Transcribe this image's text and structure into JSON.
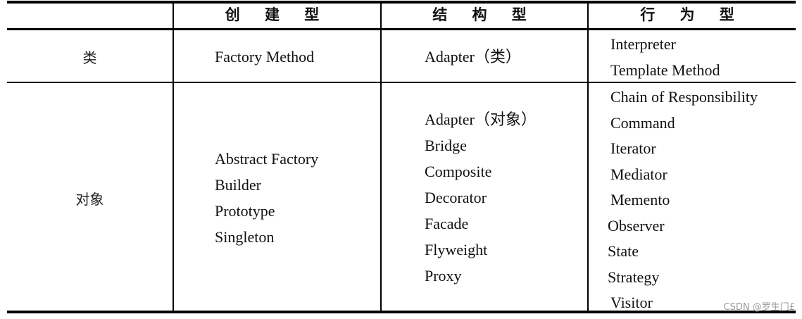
{
  "table": {
    "headers": [
      "",
      "创 建 型",
      "结 构 型",
      "行 为 型"
    ],
    "rows": [
      {
        "label": "类",
        "creational": [
          "Factory Method"
        ],
        "structural": [
          "Adapter（类）"
        ],
        "behavioral": [
          "Interpreter",
          "Template Method"
        ]
      },
      {
        "label": "对象",
        "creational": [
          "Abstract Factory",
          "Builder",
          "Prototype",
          "Singleton"
        ],
        "structural": [
          "Adapter（对象）",
          "Bridge",
          "Composite",
          "Decorator",
          "Facade",
          "Flyweight",
          "Proxy"
        ],
        "behavioral": [
          "Chain of Responsibility",
          "Command",
          "Iterator",
          "Mediator",
          "Memento",
          "Observer",
          "State",
          "Strategy",
          "Visitor"
        ]
      }
    ]
  },
  "watermark": "CSDN @罗生门£"
}
